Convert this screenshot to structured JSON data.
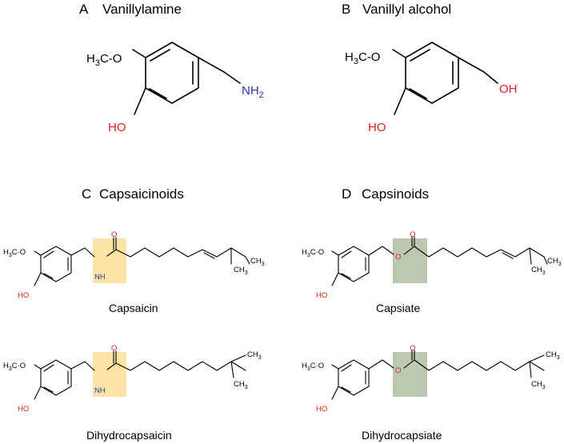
{
  "panels": {
    "a": {
      "letter": "A",
      "title": "Vanillylamine"
    },
    "b": {
      "letter": "B",
      "title": "Vanillyl alcohol"
    },
    "c": {
      "letter": "C",
      "title": "Capsaicinoids"
    },
    "d": {
      "letter": "D",
      "title": "Capsinoids"
    }
  },
  "atoms": {
    "methoxy_h3c": "H",
    "methoxy_sub3": "3",
    "methoxy_c_o": "C-O",
    "methoxy_c_o_small": "C·O",
    "hydroxyl": "HO",
    "amine_n": "NH",
    "amine_sub2": "2",
    "alcohol": "OH",
    "amide_nh": "NH",
    "carbonyl_o": "O",
    "ester_o": "O",
    "methyl": "CH",
    "methyl_sub3": "3"
  },
  "compounds": {
    "capsaicin": "Capsaicin",
    "capsiate": "Capsiate",
    "dihydrocapsaicin": "Dihydrocapsaicin",
    "dihydrocapsiate": "Dihydrocapsiate"
  },
  "colors": {
    "oxygen": "#e0201b",
    "nitrogen": "#2b3a9e",
    "amide_highlight": "#fbe4a6",
    "ester_highlight": "#bdc9ae"
  }
}
